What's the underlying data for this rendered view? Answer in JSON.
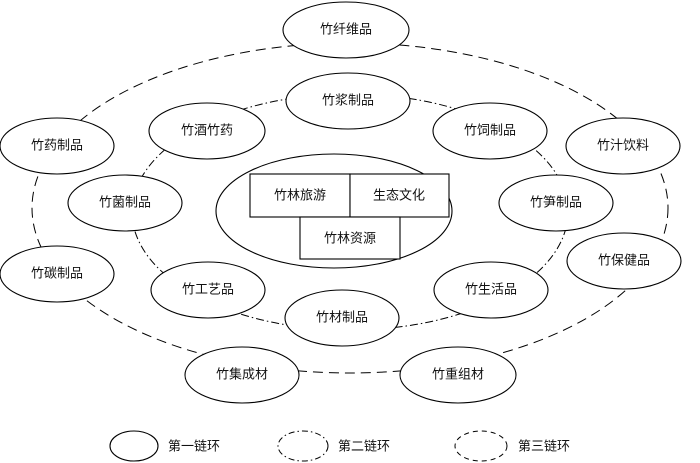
{
  "core": {
    "tourism": "竹林旅游",
    "ecoculture": "生态文化",
    "resources": "竹林资源"
  },
  "ring2_nodes": {
    "pulp": "竹浆制品",
    "feed": "竹饲制品",
    "shoot": "竹笋制品",
    "daily": "竹生活品",
    "material": "竹材制品",
    "craft": "竹工艺品",
    "fungus": "竹菌制品",
    "wine_medicine": "竹酒竹药"
  },
  "ring3_nodes": {
    "fiber": "竹纤维品",
    "juice": "竹汁饮料",
    "health": "竹保健品",
    "reconstituted": "竹重组材",
    "laminated": "竹集成材",
    "carbon": "竹碳制品",
    "medicine": "竹药制品"
  },
  "legend": {
    "ring1": "第一链环",
    "ring2": "第二链环",
    "ring3": "第三链环"
  }
}
